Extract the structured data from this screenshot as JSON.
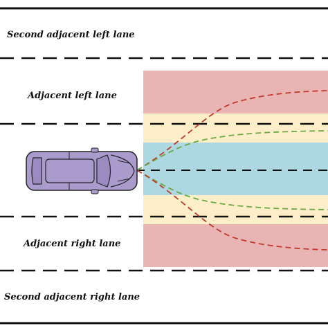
{
  "labels": {
    "second_left": "Second adjacent left lane",
    "adjacent_left": "Adjacent left lane",
    "adjacent_right": "Adjacent right lane",
    "second_right": "Second adjacent right lane"
  },
  "colors": {
    "border": "#111111",
    "lane_marking": "#111111",
    "outer_zone": "#e8b4b4",
    "middle_zone": "#fbeec8",
    "inner_zone": "#add8e2",
    "car_body": "#a99bcc",
    "outer_path": "#c0392b",
    "inner_path": "#6aa842"
  },
  "icons": {
    "vehicle": "car-top-view-icon"
  }
}
